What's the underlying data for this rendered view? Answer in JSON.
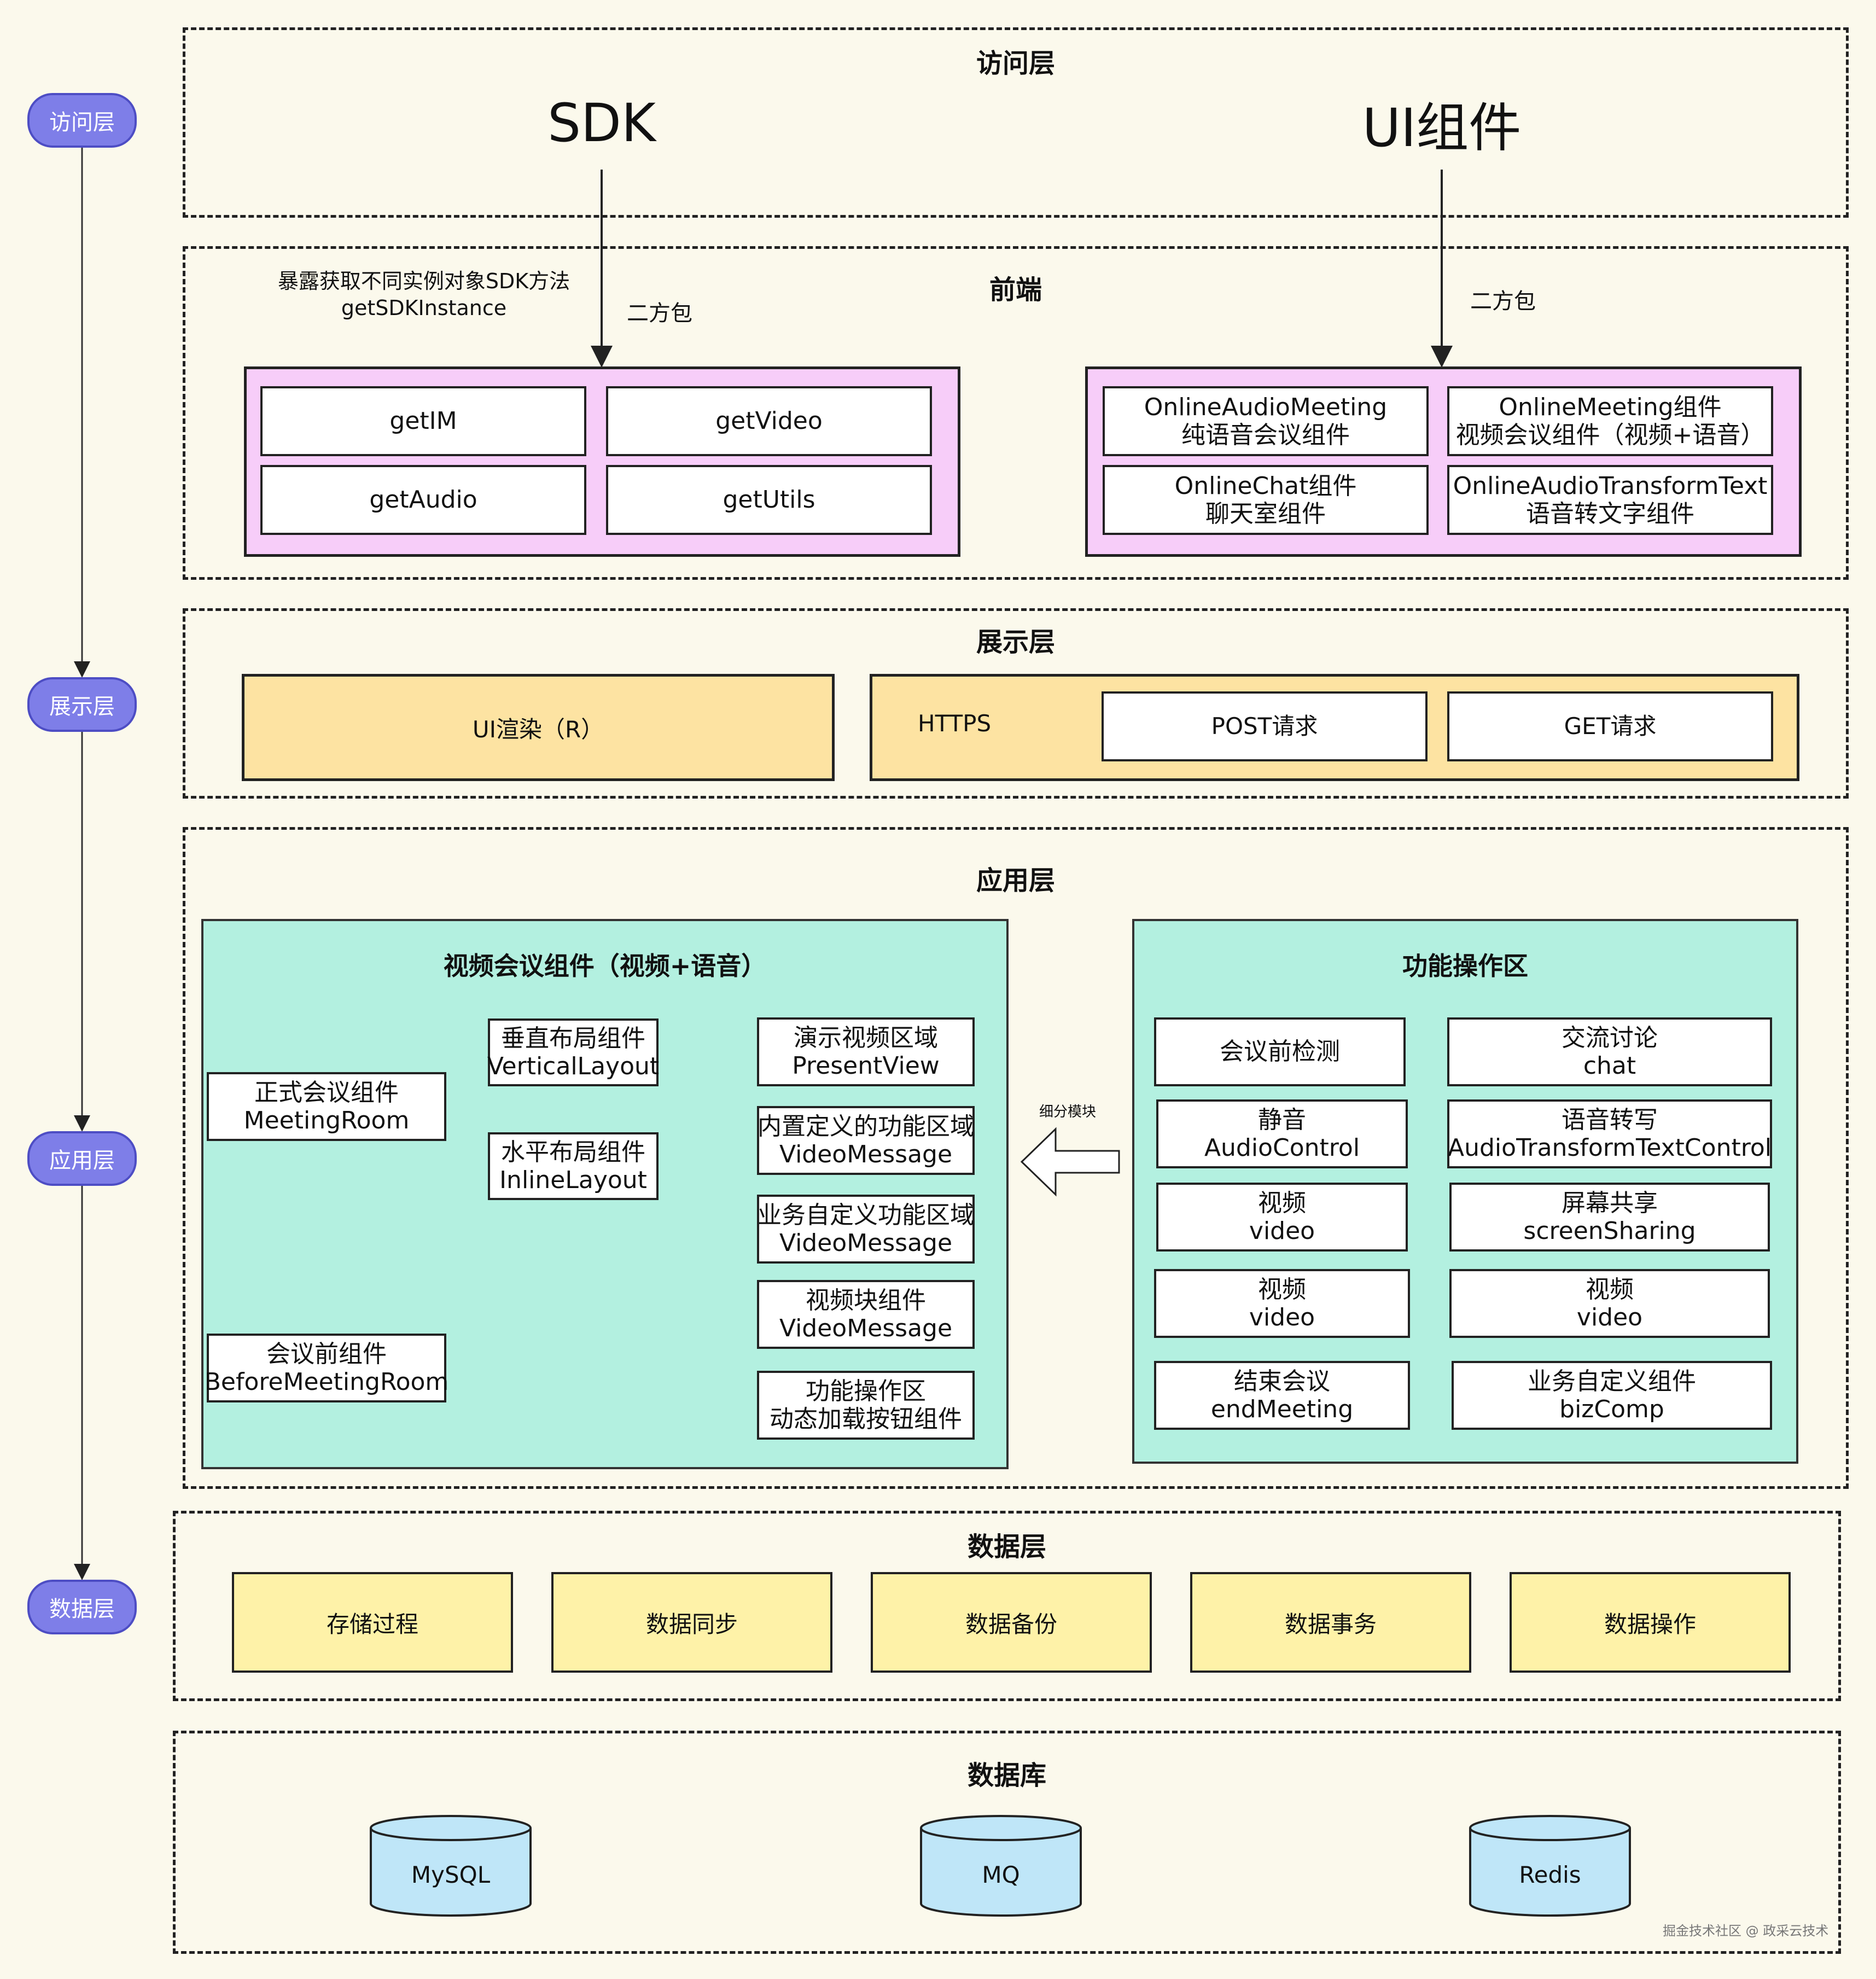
{
  "left_rail": {
    "access": "访问层",
    "presentation": "展示层",
    "application": "应用层",
    "data": "数据层"
  },
  "access_layer": {
    "title": "访问层",
    "sdk": "SDK",
    "ui": "UI组件"
  },
  "frontend": {
    "title": "前端",
    "sdk_note_line1": "暴露获取不同实例对象SDK方法",
    "sdk_note_line2": "getSDKInstance",
    "package_left": "二方包",
    "package_right": "二方包",
    "sdk_methods": [
      "getIM",
      "getVideo",
      "getAudio",
      "getUtils"
    ],
    "ui_components": [
      {
        "line1": "OnlineAudioMeeting",
        "line2": "纯语音会议组件"
      },
      {
        "line1": "OnlineMeeting组件",
        "line2": "视频会议组件（视频+语音）"
      },
      {
        "line1": "OnlineChat组件",
        "line2": "聊天室组件"
      },
      {
        "line1": "OnlineAudioTransformText",
        "line2": "语音转文字组件"
      }
    ]
  },
  "presentation_layer": {
    "title": "展示层",
    "render": "UI渲染（R）",
    "https": "HTTPS",
    "post": "POST请求",
    "get": "GET请求"
  },
  "application_layer": {
    "title": "应用层",
    "video_panel": {
      "title": "视频会议组件（视频+语音）",
      "meeting_room": {
        "line1": "正式会议组件",
        "line2": "MeetingRoom"
      },
      "vertical": {
        "line1": "垂直布局组件",
        "line2": "VerticalLayout"
      },
      "inline": {
        "line1": "水平布局组件",
        "line2": "InlineLayout"
      },
      "before_room": {
        "line1": "会议前组件",
        "line2": "BeforeMeetingRoom"
      },
      "regions": [
        {
          "line1": "演示视频区域",
          "line2": "PresentView"
        },
        {
          "line1": "内置定义的功能区域",
          "line2": "VideoMessage"
        },
        {
          "line1": "业务自定义功能区域",
          "line2": "VideoMessage"
        },
        {
          "line1": "视频块组件",
          "line2": "VideoMessage"
        },
        {
          "line1": "功能操作区",
          "line2": "动态加载按钮组件"
        }
      ]
    },
    "subdivide_label": "细分模块",
    "ops_panel": {
      "title": "功能操作区",
      "left": [
        {
          "line1": "会议前检测",
          "line2": ""
        },
        {
          "line1": "静音",
          "line2": "AudioControl"
        },
        {
          "line1": "视频",
          "line2": "video"
        },
        {
          "line1": "视频",
          "line2": "video"
        },
        {
          "line1": "结束会议",
          "line2": "endMeeting"
        }
      ],
      "right": [
        {
          "line1": "交流讨论",
          "line2": "chat"
        },
        {
          "line1": "语音转写",
          "line2": "AudioTransformTextControl"
        },
        {
          "line1": "屏幕共享",
          "line2": "screenSharing"
        },
        {
          "line1": "视频",
          "line2": "video"
        },
        {
          "line1": "业务自定义组件",
          "line2": "bizComp"
        }
      ]
    }
  },
  "data_layer": {
    "title": "数据层",
    "items": [
      "存储过程",
      "数据同步",
      "数据备份",
      "数据事务",
      "数据操作"
    ]
  },
  "database": {
    "title": "数据库",
    "items": [
      "MySQL",
      "MQ",
      "Redis"
    ]
  },
  "watermark": "掘金技术社区 @ 政采云技术",
  "colors": {
    "background": "#fbf9ec",
    "rail_pill": "#7e7ee8",
    "frontend_container": "#f7cdf9",
    "presentation_container": "#fde3a2",
    "application_panel": "#b3f0e0",
    "data_box": "#fef2a8",
    "cylinder": "#bfe6f8"
  }
}
